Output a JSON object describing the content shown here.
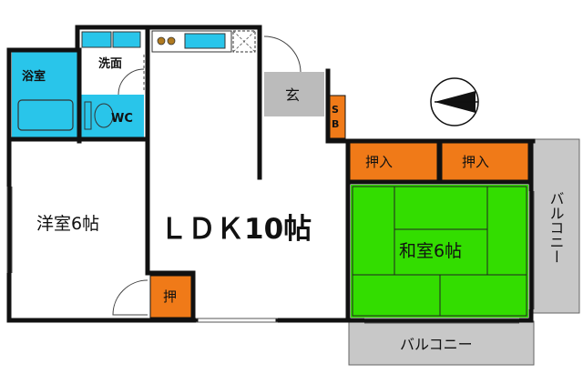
{
  "rooms": {
    "bath": "浴室",
    "washroom": "洗面",
    "toilet": "WC",
    "entrance": "玄",
    "shoe_box": "SB",
    "western_room": "洋室6帖",
    "ldk": "ＬＤＫ10帖",
    "japanese_room": "和室6帖",
    "closet_left": "押入",
    "closet_right": "押入",
    "closet_small": "押",
    "balcony_side": "バルコニー",
    "balcony_bottom": "バルコニー"
  },
  "compass": {
    "icon": "north-arrow-icon"
  },
  "colors": {
    "bath_fill": "#29c5ea",
    "japanese_fill": "#33dd00",
    "closet_fill": "#f07a18",
    "entrance_fill": "#bbbbbb",
    "balcony_fill": "#c8c8c8",
    "wall": "#111111"
  }
}
